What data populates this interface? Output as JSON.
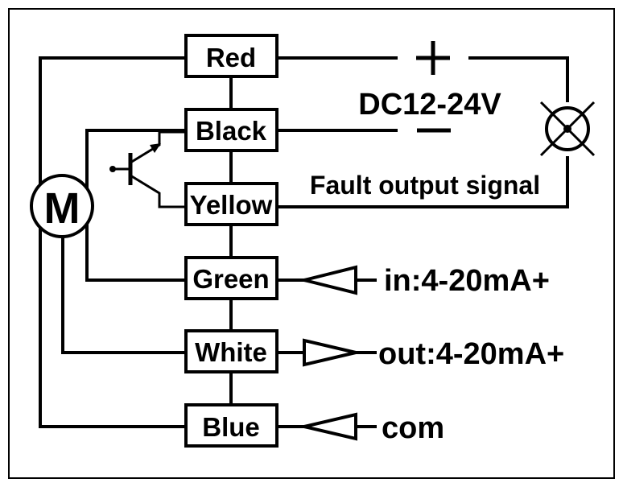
{
  "terminals": {
    "red": "Red",
    "black": "Black",
    "yellow": "Yellow",
    "green": "Green",
    "white": "White",
    "blue": "Blue"
  },
  "motor": {
    "label": "M"
  },
  "supply": {
    "plus": "+",
    "minus": "−",
    "voltage": "DC12-24V"
  },
  "fault": {
    "label": "Fault output signal"
  },
  "signals": {
    "input": "in:4-20mA+",
    "output": "out:4-20mA+",
    "common": "com"
  },
  "colors": {
    "line": "#000000",
    "background": "#ffffff"
  }
}
